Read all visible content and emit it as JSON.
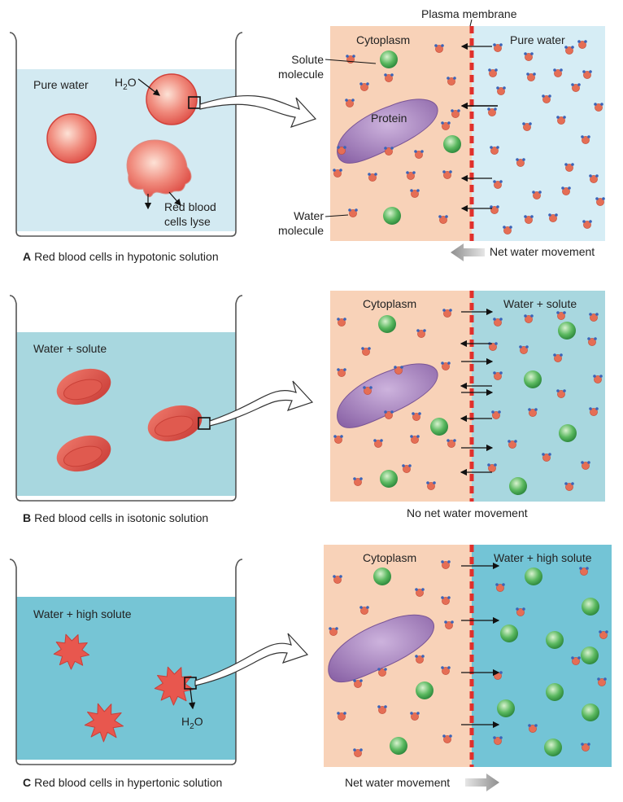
{
  "plasma_membrane_label": "Plasma membrane",
  "panels": [
    {
      "letter": "A",
      "caption": "Red blood cells in hypotonic solution",
      "beaker_label": "Pure water",
      "cell_state_label_line1": "Red blood",
      "cell_state_label_line2": "cells lyse",
      "water_symbol": "H",
      "water_symbol_sub": "2",
      "water_symbol_tail": "O",
      "left_side_label": "Cytoplasm",
      "right_side_label": "Pure water",
      "protein_label": "Protein",
      "solute_label_line1": "Solute",
      "solute_label_line2": "molecule",
      "water_label_line1": "Water",
      "water_label_line2": "molecule",
      "movement_label": "Net water movement",
      "colors": {
        "bath": "#d3eaf2",
        "zoom_right": "#d6edf5"
      }
    },
    {
      "letter": "B",
      "caption": "Red blood cells in isotonic solution",
      "beaker_label": "Water + solute",
      "left_side_label": "Cytoplasm",
      "right_side_label": "Water + solute",
      "movement_label": "No net water movement",
      "colors": {
        "bath": "#a8d7df",
        "zoom_right": "#a8d7df"
      }
    },
    {
      "letter": "C",
      "caption": "Red blood cells in hypertonic solution",
      "beaker_label": "Water + high solute",
      "water_symbol": "H",
      "water_symbol_sub": "2",
      "water_symbol_tail": "O",
      "left_side_label": "Cytoplasm",
      "right_side_label": "Water + high solute",
      "movement_label": "Net water movement",
      "colors": {
        "bath": "#76c5d5",
        "zoom_right": "#73c4d6"
      }
    }
  ],
  "colors": {
    "cytoplasm": "#f8d2b8",
    "membrane": "#e0302c",
    "rbc": "#e8574e",
    "solute": "#3fa34f",
    "protein": "#9f7ab9",
    "water_oxygen": "#e56e55",
    "water_hydrogen": "#3a63b8"
  },
  "icons": [
    "beaker",
    "red-blood-cell",
    "solute-molecule",
    "water-molecule",
    "protein",
    "arrow",
    "zoom-callout-arrow",
    "net-movement-arrow"
  ]
}
